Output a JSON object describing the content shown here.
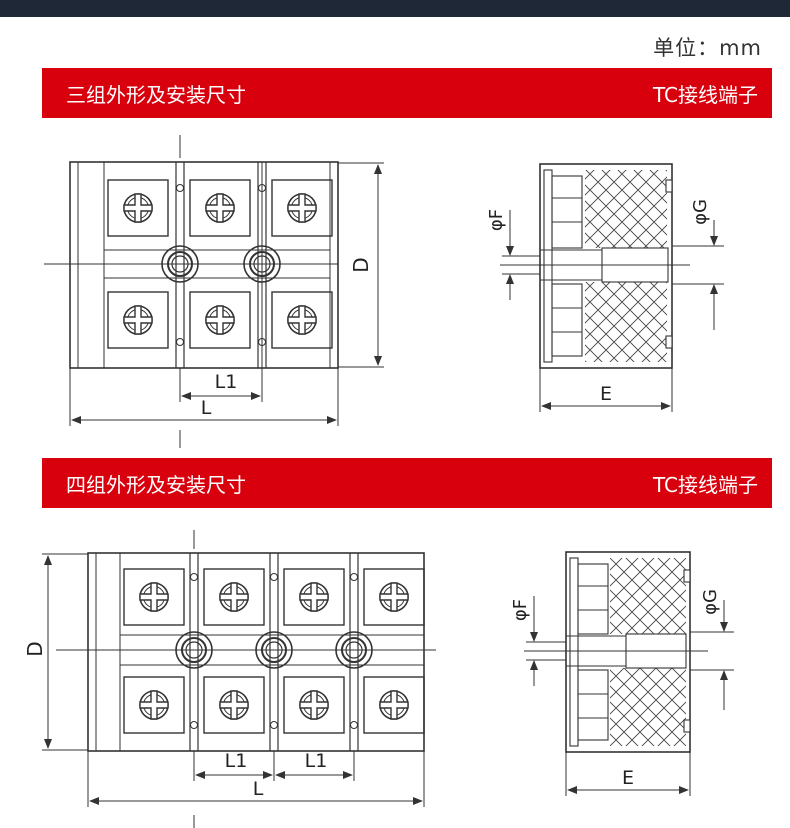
{
  "unit_label": "单位：mm",
  "sections": [
    {
      "title": "三组外形及安装尺寸",
      "product": "TC接线端子",
      "dims": {
        "d": "D",
        "l1": "L1",
        "l": "L",
        "f": "φF",
        "g": "φG",
        "e": "E"
      }
    },
    {
      "title": "四组外形及安装尺寸",
      "product": "TC接线端子",
      "dims": {
        "d": "D",
        "l1": "L1",
        "l1_b": "L1",
        "l": "L",
        "f": "φF",
        "g": "φG",
        "e": "E"
      }
    }
  ],
  "colors": {
    "band": "#d9000d",
    "topbar": "#1f2836",
    "line": "#333333"
  }
}
